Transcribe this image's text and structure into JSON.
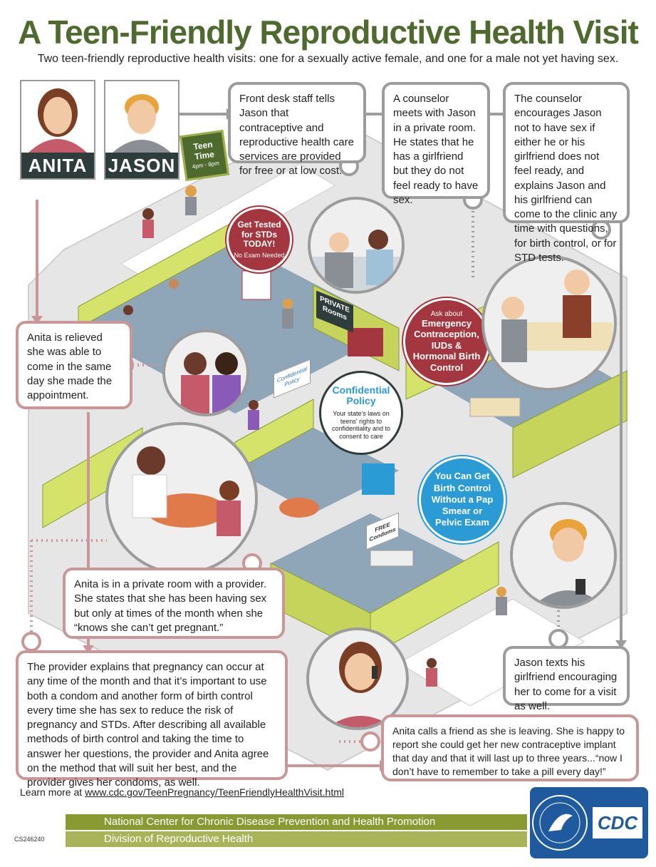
{
  "title": "A Teen-Friendly Reproductive Health Visit",
  "subtitle": "Two teen-friendly reproductive health visits: one for a sexually active female, and one for a male not yet having sex.",
  "characters": {
    "anita": "ANITA",
    "jason": "JASON"
  },
  "signs": {
    "teen_time_title": "Teen Time",
    "teen_time_hours": "4pm - 8pm",
    "private_rooms": "PRIVATE Rooms",
    "confidential_policy_sign": "Confidential Policy",
    "free_condoms": "FREE Condoms"
  },
  "bubbles": {
    "std": "Get Tested for STDs TODAY!",
    "std_sub": "No Exam Needed",
    "ask_about": "Ask about",
    "contraception": "Emergency Contraception, IUDs & Hormonal Birth Control",
    "confidential_title": "Confidential Policy",
    "confidential_body": "Your state's laws on teens' rights to confidentiality and to consent to care",
    "birth_control": "You Can Get Birth Control Without a Pap Smear or Pelvic Exam"
  },
  "jason_steps": [
    "Front desk staff tells Jason that contraceptive and reproductive health care services are provided for free or at low cost.",
    "A counselor meets with Jason in a private room. He states that he has a girlfriend but they do not feel ready to have sex.",
    "The counselor encourages Jason not to have sex if either he or his girlfriend does not feel ready, and explains Jason and his girlfriend can come to the clinic any time with questions, for birth control, or for STD tests.",
    "Jason texts his girlfriend encouraging her to come for a visit as well."
  ],
  "anita_steps": [
    "Anita is relieved she was able to come in the same day she made the appointment.",
    "Anita is in a private room with a provider. She states that she has been having sex but only at times of the month when she “knows she can’t get pregnant.”",
    "The provider explains that pregnancy can occur at any time of the month and that it’s important to use both a condom and another form of birth control every time she has sex to reduce the risk of pregnancy and STDs. After describing all available methods of birth control and taking the time to answer her questions, the provider and Anita agree on the method that will suit her best, and the provider gives her condoms, as well.",
    "Anita calls a friend as she is leaving. She is happy to report she could get her new contraceptive implant that day and that it will last up to three years...“now I don’t have to remember to take a pill every day!”"
  ],
  "footer": {
    "learn_prefix": "Learn more at ",
    "learn_link": "www.cdc.gov/TeenPregnancy/TeenFriendlyHealthVisit.html",
    "center": "National Center for Chronic Disease Prevention and Health Promotion",
    "division": "Division of Reproductive Health",
    "code": "CS246240",
    "logo_text": "CDC"
  },
  "colors": {
    "title_green": "#4f6a2e",
    "grey_border": "#9c9c9c",
    "pink_border": "#c99797",
    "red_bubble": "#a3363e",
    "blue_bubble": "#2b9bd6",
    "wall_green": "#d5e36b",
    "floor_blue": "#8fa6b8",
    "bar_green": "#8a9a33",
    "bar_light": "#a9b45a"
  }
}
